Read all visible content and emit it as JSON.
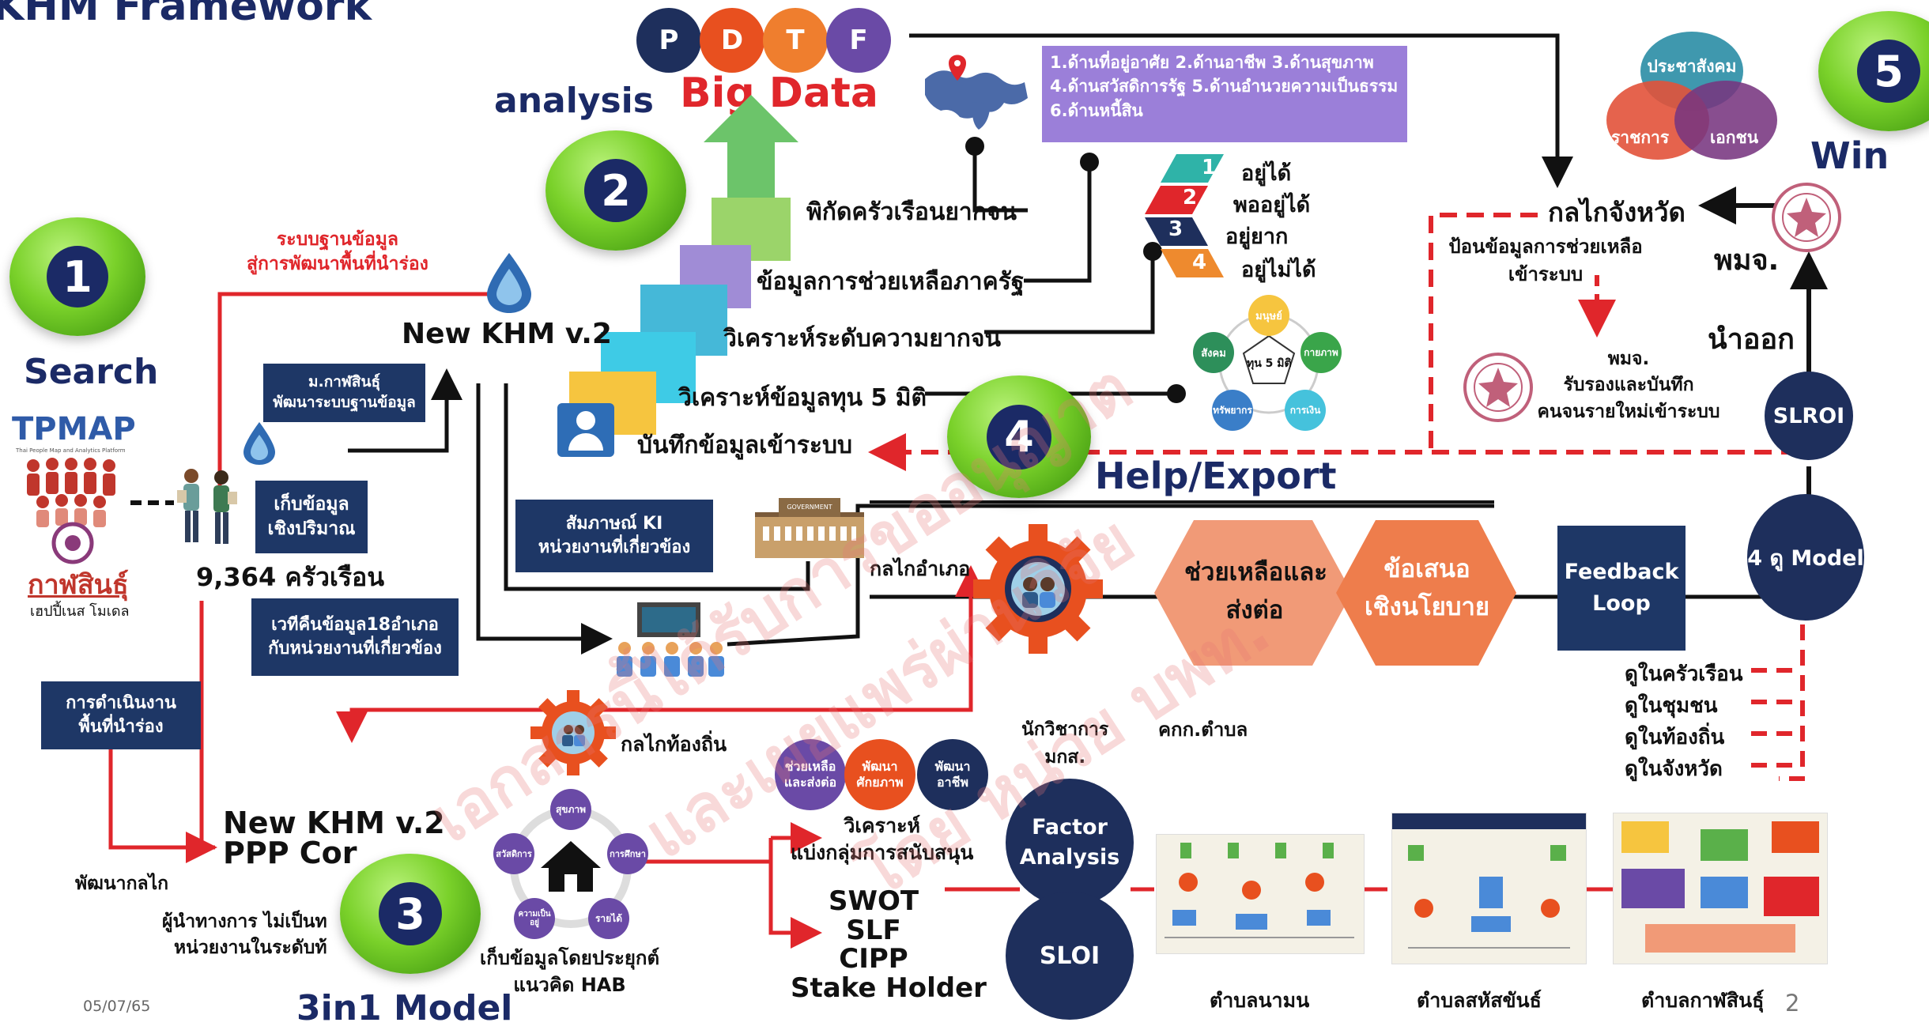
{
  "title": "KHM Framework",
  "steps": {
    "search": {
      "num": "1",
      "label": "Search"
    },
    "analysis": {
      "num": "2",
      "label": "analysis"
    },
    "model": {
      "num": "3",
      "label": "3in1 Model"
    },
    "help": {
      "num": "4",
      "label": "Help/Export"
    },
    "win": {
      "num": "5",
      "label": "Win"
    }
  },
  "pdtf": [
    "P",
    "D",
    "T",
    "F"
  ],
  "pdtf_colors": [
    "#1e2f5c",
    "#e8501f",
    "#e8731f",
    "#6a4aa6"
  ],
  "big_data": "Big Data",
  "dimensions_box": {
    "line1": "1.ด้านที่อยู่อาศัย 2.ด้านอาชีพ 3.ด้านสุขภาพ",
    "line2": "4.ด้านสวัสดิการรัฐ 5.ด้านอำนวยความเป็นธรรม",
    "line3": "6.ด้านหนี้สิน"
  },
  "staircase": [
    "พิกัดครัวเรือนยากจน",
    "ข้อมูลการช่วยเหลือภาครัฐ",
    "วิเคราะห์ระดับความยากจน",
    "วิเคราะห์ข้อมูลทุน 5 มิติ",
    "บันทึกข้อมูลเข้าระบบ"
  ],
  "ranks": [
    {
      "n": "1",
      "label": "อยู่ได้"
    },
    {
      "n": "2",
      "label": "พออยู่ได้"
    },
    {
      "n": "3",
      "label": "อยู่ยาก"
    },
    {
      "n": "4",
      "label": "อยู่ไม่ได้"
    }
  ],
  "capital": {
    "center": "ทุน 5 มิติ",
    "items": [
      "มนุษย์",
      "กายภาพ",
      "การเงิน",
      "ทรัพยากร",
      "สังคม"
    ]
  },
  "left": {
    "db_label_l1": "ระบบฐานข้อมูล",
    "db_label_l2": "สู่การพัฒนาพื้นที่นำร่อง",
    "new_khm": "New KHM v.2",
    "univ_l1": "ม.กาฬสินธุ์",
    "univ_l2": "พัฒนาระบบฐานข้อมูล",
    "tpmap": "TPMAP",
    "tpmap_sub": "Thai People Map and Analytics Platform",
    "kalasin": "กาฬสินธุ์",
    "kalasin_sub": "เฮปปี้เนส โมเดล",
    "collect_l1": "เก็บข้อมูล",
    "collect_l2": "เชิงปริมาณ",
    "households": "9,364 ครัวเรือน",
    "ki_l1": "สัมภาษณ์ KI",
    "ki_l2": "หน่วยงานที่เกี่ยวข้อง",
    "forum_l1": "เวทีคืนข้อมูล18อำเภอ",
    "forum_l2": "กับหน่วยงานที่เกี่ยวข้อง",
    "pilot_l1": "การดำเนินงาน",
    "pilot_l2": "พื้นที่นำร่อง",
    "district_mech": "กลไกอำเภอ",
    "local_mech": "กลไกท้องถิ่น",
    "govt_sign": "GOVERNMENT"
  },
  "bottom_left": {
    "ppp_l1": "New KHM v.2",
    "ppp_l2": "PPP Cor",
    "develop": "พัฒนากลไก",
    "leaders_l1": "ผู้นำทางการ ไม่เป็นท",
    "leaders_l2": "หน่วยงานในระดับท้",
    "hab_l1": "เก็บข้อมูลโดยประยุกต์",
    "hab_l2": "แนวคิด HAB",
    "hab_items": [
      "สุขภาพ",
      "การศึกษา",
      "รายได้",
      "ความเป็นอยู่",
      "สวัสดิการ"
    ],
    "date": "05/07/65"
  },
  "middle": {
    "support_groups": [
      {
        "l1": "ช่วยเหลือ",
        "l2": "และส่งต่อ",
        "color": "#6a4aa6"
      },
      {
        "l1": "พัฒนา",
        "l2": "ศักยภาพ",
        "color": "#e8501f"
      },
      {
        "l1": "พัฒนา",
        "l2": "อาชีพ",
        "color": "#1e2f5c"
      }
    ],
    "analyze_l1": "วิเคราะห์",
    "analyze_l2": "แบ่งกลุ่มการสนับสนุน",
    "tools": [
      "SWOT",
      "SLF",
      "CIPP",
      "Stake Holder"
    ],
    "academics_l1": "นักวิชาการ",
    "academics_l2": "มกส.",
    "committee": "คกก.ตำบล",
    "factor_l1": "Factor",
    "factor_l2": "Analysis",
    "sloi": "SLOI",
    "help_hex_l1": "ช่วยเหลือและ",
    "help_hex_l2": "ส่งต่อ",
    "policy_hex_l1": "ข้อเสนอ",
    "policy_hex_l2": "เชิงนโยบาย",
    "feedback_l1": "Feedback",
    "feedback_l2": "Loop"
  },
  "right": {
    "venn": [
      "ประชาสังคม",
      "ราชการ",
      "เอกชน"
    ],
    "province_mech": "กลไกจังหวัด",
    "input_l1": "ป้อนข้อมูลการช่วยเหลือ",
    "input_l2": "เข้าระบบ",
    "pmj": "พมจ.",
    "certify_l1": "พมจ.",
    "certify_l2": "รับรองและบันทึก",
    "certify_l3": "คนจนรายใหม่เข้าระบบ",
    "export": "นำออก",
    "slroi": "SLROI",
    "four_d": "4 ดู Model",
    "look": [
      "ดูในครัวเรือน",
      "ดูในชุมชน",
      "ดูในท้องถิ่น",
      "ดูในจังหวัด"
    ]
  },
  "subdistricts": [
    "ตำบลนามน",
    "ตำบลสหัสขันธ์",
    "ตำบลกาฬสินธุ์"
  ],
  "page_number": "2",
  "watermark": {
    "l1": "เอกสารนี้ได้รับการขออนุญาต",
    "l2": "และเผยแพร่ผ่านวิจัย",
    "l3": "โดย หน่วย บพท."
  },
  "colors": {
    "navy": "#1e2f5c",
    "green": "#6cc21f",
    "red": "#e0262b",
    "orange": "#e8501f",
    "purple": "#9b7fd9",
    "hex_light": "#f19a77",
    "hex_dark": "#ee7d4c"
  }
}
